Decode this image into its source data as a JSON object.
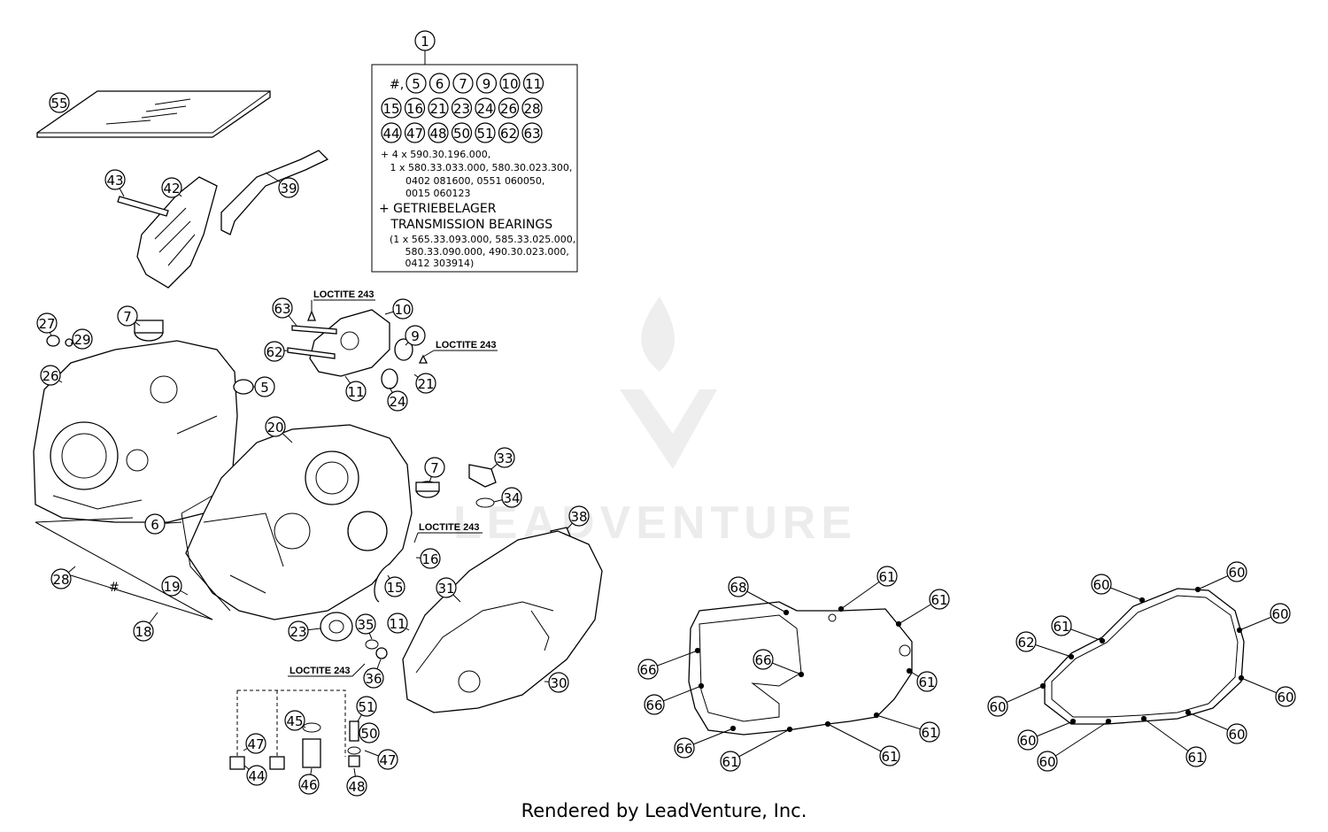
{
  "watermark": {
    "brand": "LEADVENTURE"
  },
  "footer": {
    "text": "Rendered by LeadVenture, Inc."
  },
  "loctite_label": "LOCTITE 243",
  "kit_box": {
    "callout": "1",
    "prefix": "#,",
    "numbers_row1": [
      "5",
      "6",
      "7",
      "9",
      "10",
      "11"
    ],
    "numbers_row2": [
      "15",
      "16",
      "21",
      "23",
      "24",
      "26",
      "28"
    ],
    "numbers_row3": [
      "44",
      "47",
      "48",
      "50",
      "51",
      "62",
      "63"
    ],
    "lines": [
      "+ 4 x 590.30.196.000,",
      "   1 x 580.33.033.000, 580.30.023.300,",
      "        0402 081600, 0551 060050,",
      "        0015 060123"
    ],
    "heading_lines": [
      "+ GETRIEBELAGER",
      "   TRANSMISSION BEARINGS"
    ],
    "bearing_lines": [
      "(1 x 565.33.093.000, 585.33.025.000,",
      "     580.33.090.000, 490.30.023.000,",
      "     0412 303914)"
    ]
  },
  "callouts": {
    "c55": "55",
    "c43": "43",
    "c42": "42",
    "c39": "39",
    "c63": "63",
    "c10": "10",
    "c9": "9",
    "c62": "62",
    "c11a": "11",
    "c21": "21",
    "c24": "24",
    "c27": "27",
    "c7a": "7",
    "c29": "29",
    "c26": "26",
    "c5": "5",
    "c20": "20",
    "c6": "6",
    "c28": "28",
    "c19": "19",
    "c18": "18",
    "c7b": "7",
    "c33": "33",
    "c34": "34",
    "c38": "38",
    "c16": "16",
    "c15": "15",
    "c31": "31",
    "c23": "23",
    "c35": "35",
    "c11b": "11",
    "c36": "36",
    "c30": "30",
    "c47a": "47",
    "c44": "44",
    "c45": "45",
    "c46": "46",
    "c51": "51",
    "c50": "50",
    "c47b": "47",
    "c48": "48",
    "g1_68": "68",
    "g1_61a": "61",
    "g1_61b": "61",
    "g1_66a": "66",
    "g1_66b": "66",
    "g1_66c": "66",
    "g1_61c": "61",
    "g1_61d": "61",
    "g1_66d": "66",
    "g1_61e": "61",
    "g1_61f": "61",
    "g2_60a": "60",
    "g2_60b": "60",
    "g2_61a": "61",
    "g2_62": "62",
    "g2_60c": "60",
    "g2_60d": "60",
    "g2_60e": "60",
    "g2_60f": "60",
    "g2_60g": "60",
    "g2_61b": "61"
  },
  "hash_marker": "#"
}
